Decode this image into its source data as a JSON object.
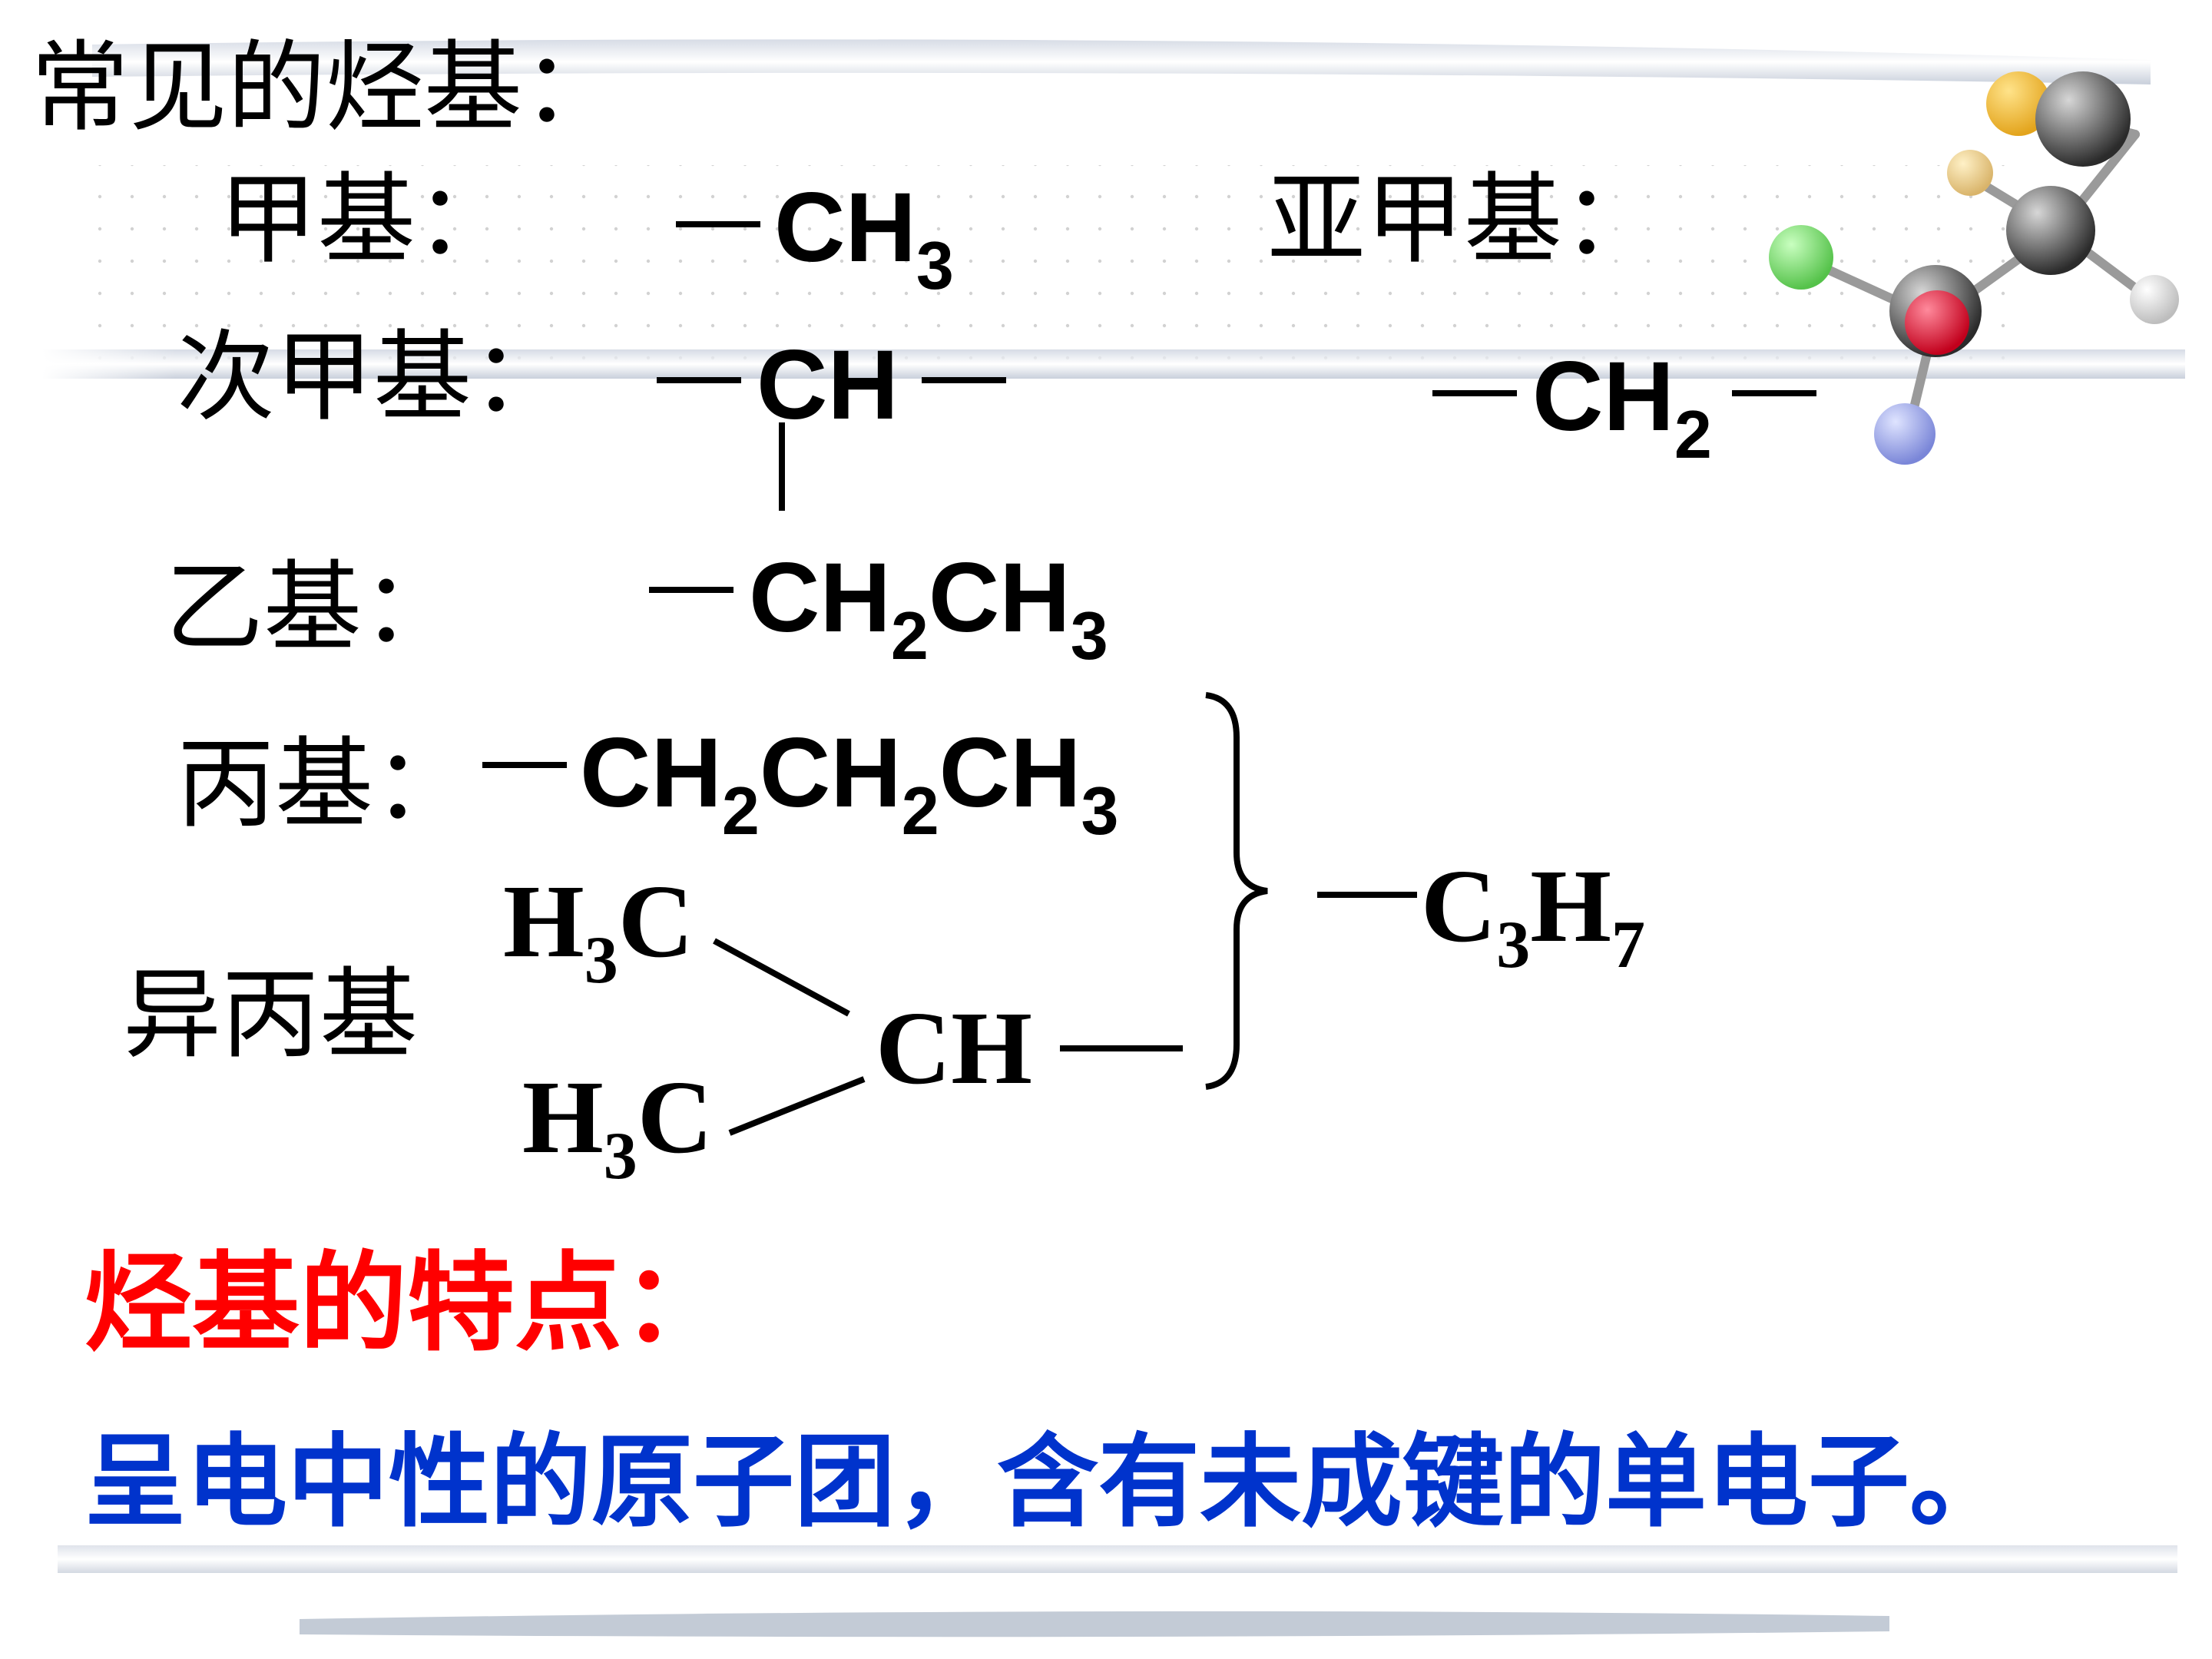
{
  "slide": {
    "title": "常见的烃基：",
    "methyl": {
      "label": "甲基：",
      "group": "CH",
      "sub": "3"
    },
    "methylene": {
      "label": "亚甲基：",
      "group": "CH",
      "sub": "2"
    },
    "methine": {
      "label": "次甲基：",
      "group": "CH"
    },
    "ethyl": {
      "label": "乙基：",
      "group_a": "CH",
      "sub_a": "2",
      "group_b": "CH",
      "sub_b": "3"
    },
    "propyl": {
      "label": "丙基：",
      "group_a": "CH",
      "sub_a": "2",
      "group_b": "CH",
      "sub_b": "2",
      "group_c": "CH",
      "sub_c": "3"
    },
    "isopropyl": {
      "label": "异丙基",
      "upper_h": "H",
      "upper_sub": "3",
      "upper_c": "C",
      "lower_h": "H",
      "lower_sub": "3",
      "lower_c": "C",
      "center": "CH"
    },
    "combined": {
      "c": "C",
      "c_sub": "3",
      "h": "H",
      "h_sub": "7"
    },
    "feature_heading": "烃基的特点：",
    "feature_text": "呈电中性的原子团，含有未成键的单电子。"
  },
  "colors": {
    "text": "#000000",
    "heading_red": "#ff0000",
    "body_blue": "#0033cc"
  },
  "decor": {
    "molecule_icon": "molecule-model-icon"
  }
}
